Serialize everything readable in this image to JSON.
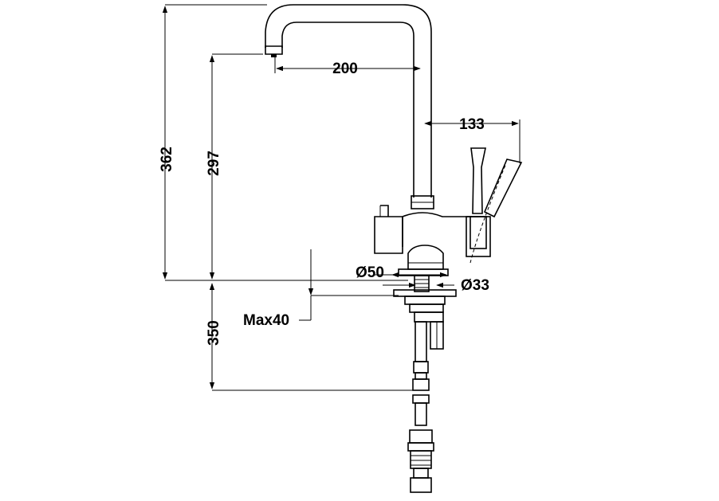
{
  "dimensions": {
    "total_height": "362",
    "spout_height": "297",
    "spout_reach": "200",
    "lever_reach": "133",
    "base_diameter": "Ø50",
    "hole_diameter": "Ø33",
    "max_deck_thickness": "Max40",
    "hose_length": "350"
  },
  "colors": {
    "line": "#000000",
    "background": "#ffffff"
  }
}
